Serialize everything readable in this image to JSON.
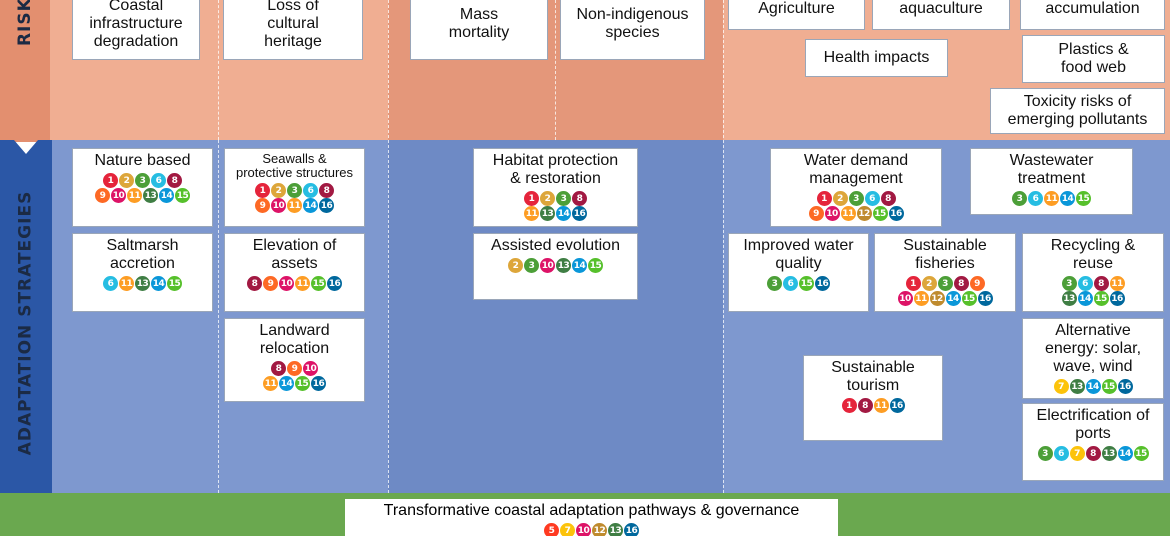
{
  "row_labels": {
    "risks": "RISKS",
    "adaptation": "ADAPTATION STRATEGIES"
  },
  "colors": {
    "risk_column": "#e38f6f",
    "risk_bg": "#f0ae92",
    "adapt_column": "#2b57a6",
    "adapt_bg": "#7e98cf",
    "adapt_bg_dark": "#6e8ac5",
    "bottom_band": "#6aa84f",
    "sdg": {
      "1": "#e5243b",
      "2": "#dda63a",
      "3": "#4c9f38",
      "4": "#c5192d",
      "5": "#ff3a21",
      "6": "#26bde2",
      "7": "#fcc30b",
      "8": "#a21942",
      "9": "#fd6925",
      "10": "#dd1367",
      "11": "#fd9d24",
      "12": "#bf8b2e",
      "13": "#3f7e44",
      "14": "#0a97d9",
      "15": "#56c02b",
      "16": "#00689d",
      "17": "#19486a"
    }
  },
  "risks": [
    {
      "id": "coastal-infrastructure-degradation",
      "text": "Coastal\ninfrastructure\ndegradation"
    },
    {
      "id": "loss-of-cultural-heritage",
      "text": "Loss of\ncultural\nheritage"
    },
    {
      "id": "mass-mortality",
      "text": "Mass\nmortality"
    },
    {
      "id": "non-indigenous-species",
      "text": "Non-indigenous\nspecies"
    },
    {
      "id": "agriculture",
      "text": "Agriculture"
    },
    {
      "id": "aquaculture",
      "text": "aquaculture"
    },
    {
      "id": "accumulation",
      "text": "accumulation"
    },
    {
      "id": "health-impacts",
      "text": "Health impacts"
    },
    {
      "id": "plastics-food-web",
      "text": "Plastics &\nfood web"
    },
    {
      "id": "toxicity-risks",
      "text": "Toxicity risks of\nemerging pollutants"
    }
  ],
  "strategies": [
    {
      "id": "nature-based",
      "text": "Nature based",
      "sdgs": [
        [
          1,
          2,
          3,
          6,
          8
        ],
        [
          9,
          10,
          11,
          13,
          14,
          15
        ]
      ]
    },
    {
      "id": "seawalls",
      "text": "Seawalls &\nprotective structures",
      "sdgs": [
        [
          1,
          2,
          3,
          6,
          8
        ],
        [
          9,
          10,
          11,
          14,
          16
        ]
      ]
    },
    {
      "id": "saltmarsh-accretion",
      "text": "Saltmarsh\naccretion",
      "sdgs": [
        [
          6,
          11,
          13,
          14,
          15
        ]
      ]
    },
    {
      "id": "elevation-of-assets",
      "text": "Elevation of\nassets",
      "sdgs": [
        [
          8,
          9,
          10,
          11,
          15,
          16
        ]
      ]
    },
    {
      "id": "landward-relocation",
      "text": "Landward\nrelocation",
      "sdgs": [
        [
          8,
          9,
          10
        ],
        [
          11,
          14,
          15,
          16
        ]
      ]
    },
    {
      "id": "habitat-protection",
      "text": "Habitat protection\n& restoration",
      "sdgs": [
        [
          1,
          2,
          3,
          8
        ],
        [
          11,
          13,
          14,
          16
        ]
      ]
    },
    {
      "id": "assisted-evolution",
      "text": "Assisted evolution",
      "sdgs": [
        [
          2,
          3,
          10,
          13,
          14,
          15
        ]
      ]
    },
    {
      "id": "water-demand-management",
      "text": "Water demand\nmanagement",
      "sdgs": [
        [
          1,
          2,
          3,
          6,
          8
        ],
        [
          9,
          10,
          11,
          12,
          15,
          16
        ]
      ]
    },
    {
      "id": "wastewater-treatment",
      "text": "Wastewater\ntreatment",
      "sdgs": [
        [
          3,
          6,
          11,
          14,
          15
        ]
      ]
    },
    {
      "id": "improved-water-quality",
      "text": "Improved water\nquality",
      "sdgs": [
        [
          3,
          6,
          15,
          16
        ]
      ]
    },
    {
      "id": "sustainable-fisheries",
      "text": "Sustainable\nfisheries",
      "sdgs": [
        [
          1,
          2,
          3,
          8,
          9
        ],
        [
          10,
          11,
          12,
          14,
          15,
          16
        ]
      ]
    },
    {
      "id": "recycling-reuse",
      "text": "Recycling &\nreuse",
      "sdgs": [
        [
          3,
          6,
          8,
          11
        ],
        [
          13,
          14,
          15,
          16
        ]
      ]
    },
    {
      "id": "alternative-energy",
      "text": "Alternative\nenergy: solar,\nwave, wind",
      "sdgs": [
        [
          7,
          13,
          14,
          15,
          16
        ]
      ]
    },
    {
      "id": "sustainable-tourism",
      "text": "Sustainable\ntourism",
      "sdgs": [
        [
          1,
          8,
          11,
          16
        ]
      ]
    },
    {
      "id": "electrification-of-ports",
      "text": "Electrification of\nports",
      "sdgs": [
        [
          3,
          6,
          7,
          8,
          13,
          14,
          15
        ]
      ]
    }
  ],
  "bottom": {
    "text": "Transformative coastal adaptation pathways & governance",
    "sdgs": [
      [
        5,
        7,
        10,
        12,
        13,
        16
      ]
    ]
  }
}
